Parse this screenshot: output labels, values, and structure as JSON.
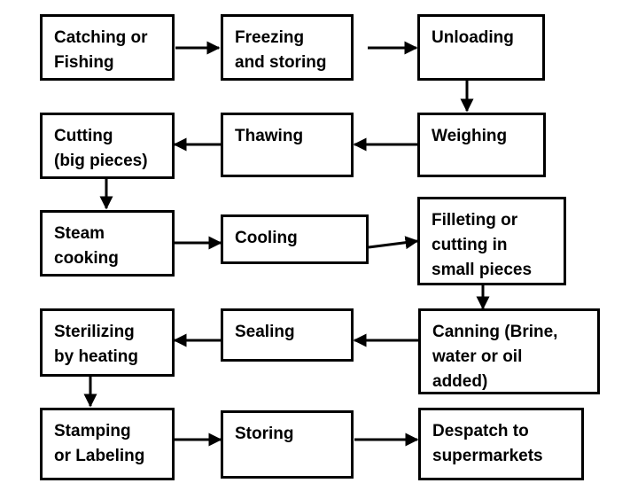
{
  "steps": {
    "catching": "Catching or\nFishing",
    "freezing": "Freezing\nand storing",
    "unloading": "Unloading",
    "cutting_big": "Cutting\n(big pieces)",
    "thawing": "Thawing",
    "weighing": "Weighing",
    "steam_cooking": "Steam\ncooking",
    "cooling": "Cooling",
    "filleting": "Filleting or\ncutting in\nsmall pieces",
    "sterilizing": "Sterilizing\nby heating",
    "sealing": "Sealing",
    "canning": "Canning (Brine,\nwater or oil\nadded)",
    "stamping": "Stamping\nor Labeling",
    "storing": "Storing",
    "despatch": "Despatch to\nsupermarkets"
  },
  "colors": {
    "line": "#000000",
    "box_fill": "#ffffff"
  }
}
